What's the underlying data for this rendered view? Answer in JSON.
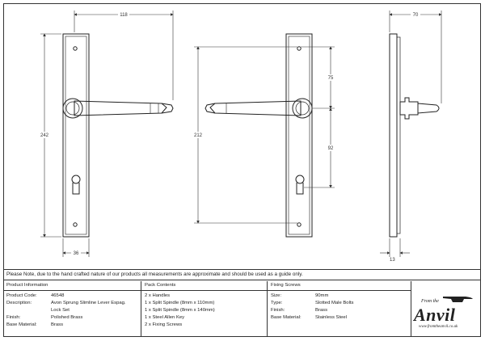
{
  "dimensions": {
    "front_width": "118",
    "front_height": "242",
    "front_base_width": "36",
    "back_fixing_span": "212",
    "back_spindle_offset": "75",
    "back_cylinder_offset": "92",
    "side_projection": "70",
    "side_thickness": "13"
  },
  "note": "Please Note, due to the hand crafted nature of our products all measurements are approximate and should be used as a guide only.",
  "product_information": {
    "heading": "Product Information",
    "rows": [
      {
        "label": "Product Code:",
        "value": "46548"
      },
      {
        "label": "Description:",
        "value": "Avon Sprung Slimline Lever Espag."
      },
      {
        "label": "",
        "value": "Lock Set"
      },
      {
        "label": "Finish:",
        "value": "Polished Brass"
      },
      {
        "label": "Base Material:",
        "value": "Brass"
      }
    ]
  },
  "pack_contents": {
    "heading": "Pack Contents",
    "items": [
      "2 x Handles",
      "1 x Split Spindle (8mm x 110mm)",
      "1 x Split Spindle (8mm x 140mm)",
      "1 x Steel Allen Key",
      "2 x Fixing Screws"
    ]
  },
  "fixing_screws": {
    "heading": "Fixing Screws",
    "rows": [
      {
        "label": "Size:",
        "value": "90mm"
      },
      {
        "label": "Type:",
        "value": "Slotted Male Bolts"
      },
      {
        "label": "Finish:",
        "value": "Brass"
      },
      {
        "label": "Base Material:",
        "value": "Stainless Steel"
      }
    ]
  },
  "logo": {
    "from_text": "From the",
    "brand": "Anvil",
    "website": "www.fromtheanvil.co.uk"
  }
}
